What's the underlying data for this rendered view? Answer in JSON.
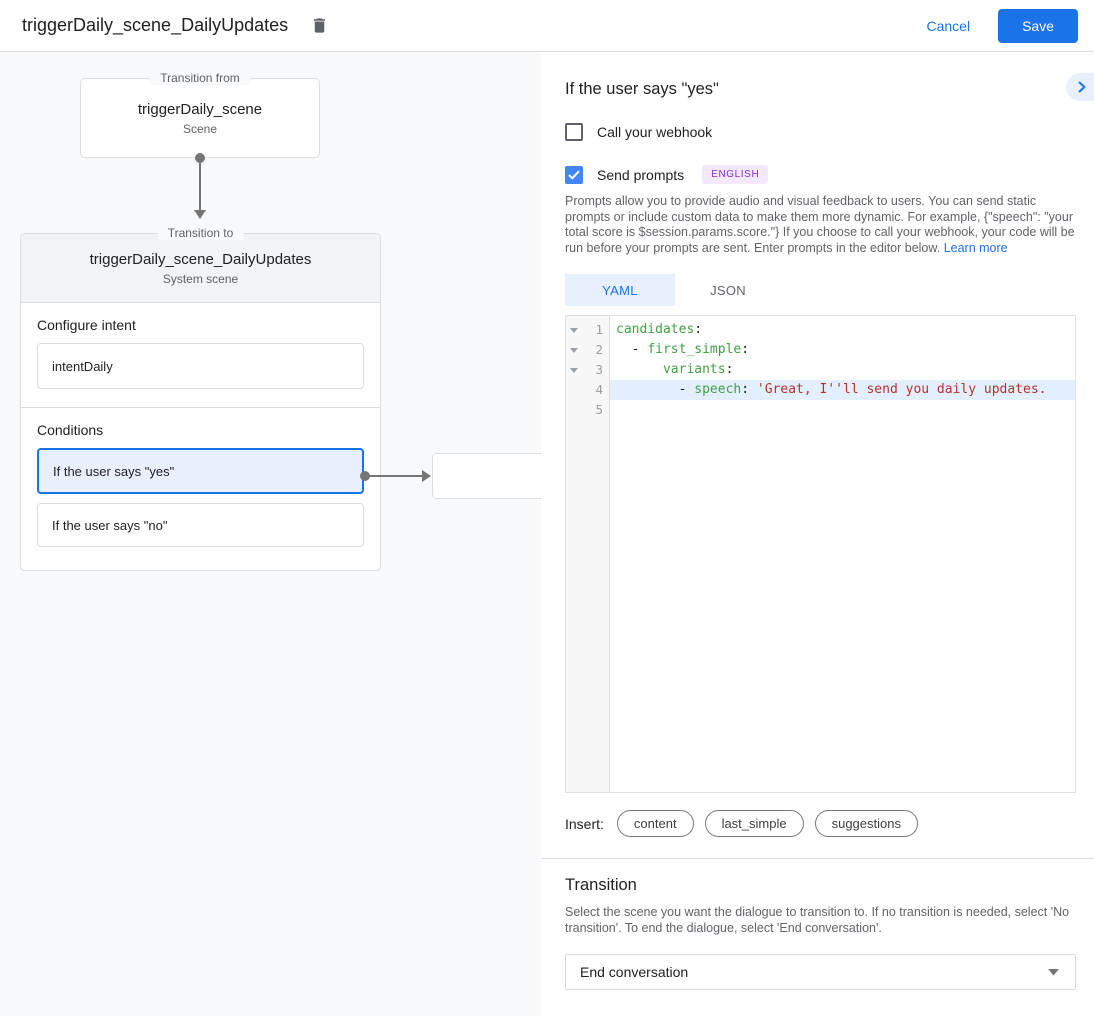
{
  "header": {
    "title": "triggerDaily_scene_DailyUpdates",
    "cancel_label": "Cancel",
    "save_label": "Save"
  },
  "diagram": {
    "from_box": {
      "legend": "Transition from",
      "title": "triggerDaily_scene",
      "subtitle": "Scene"
    },
    "to_box": {
      "legend": "Transition to",
      "title": "triggerDaily_scene_DailyUpdates",
      "subtitle": "System scene",
      "intent_section": {
        "label": "Configure intent",
        "value": "intentDaily"
      },
      "conditions_label": "Conditions",
      "conditions": [
        {
          "label": "If the user says \"yes\"",
          "selected": true
        },
        {
          "label": "If the user says \"no\"",
          "selected": false
        }
      ]
    }
  },
  "panel": {
    "title": "If the user says \"yes\"",
    "webhook": {
      "label": "Call your webhook",
      "checked": false
    },
    "prompts": {
      "label": "Send prompts",
      "checked": true,
      "badge": "ENGLISH"
    },
    "description": "Prompts allow you to provide audio and visual feedback to users. You can send static prompts or include custom data to make them more dynamic. For example, {\"speech\": \"your total score is $session.params.score.\"} If you choose to call your webhook, your code will be run before your prompts are sent. Enter prompts in the editor below.",
    "learn_more": "Learn more",
    "tabs": [
      {
        "label": "YAML",
        "active": true
      },
      {
        "label": "JSON",
        "active": false
      }
    ],
    "editor": {
      "lines": [
        {
          "num": "1",
          "tokens": [
            {
              "t": "key",
              "v": "candidates"
            },
            {
              "t": "plain",
              "v": ":"
            }
          ]
        },
        {
          "num": "2",
          "tokens": [
            {
              "t": "plain",
              "v": "  - "
            },
            {
              "t": "key",
              "v": "first_simple"
            },
            {
              "t": "plain",
              "v": ":"
            }
          ]
        },
        {
          "num": "3",
          "tokens": [
            {
              "t": "plain",
              "v": "      "
            },
            {
              "t": "key",
              "v": "variants"
            },
            {
              "t": "plain",
              "v": ":"
            }
          ]
        },
        {
          "num": "4",
          "tokens": [
            {
              "t": "plain",
              "v": "        - "
            },
            {
              "t": "key",
              "v": "speech"
            },
            {
              "t": "plain",
              "v": ": "
            },
            {
              "t": "string",
              "v": "'Great, I''ll send you daily updates."
            }
          ]
        },
        {
          "num": "5",
          "tokens": []
        }
      ]
    },
    "insert": {
      "label": "Insert:",
      "chips": [
        "content",
        "last_simple",
        "suggestions"
      ]
    },
    "transition": {
      "title": "Transition",
      "description": "Select the scene you want the dialogue to transition to. If no transition is needed, select 'No transition'. To end the dialogue, select 'End conversation'.",
      "selected": "End conversation"
    }
  },
  "colors": {
    "accent": "#1a73e8",
    "checkbox_checked": "#4285f4",
    "selected_condition_bg": "#e8f0fe",
    "badge_bg": "#f3e8fd",
    "badge_text": "#8430ce",
    "yaml_key": "#43a047",
    "yaml_string": "#b3342c",
    "highlight_line": "#e3effd",
    "canvas_bg": "#f8f9fa"
  }
}
